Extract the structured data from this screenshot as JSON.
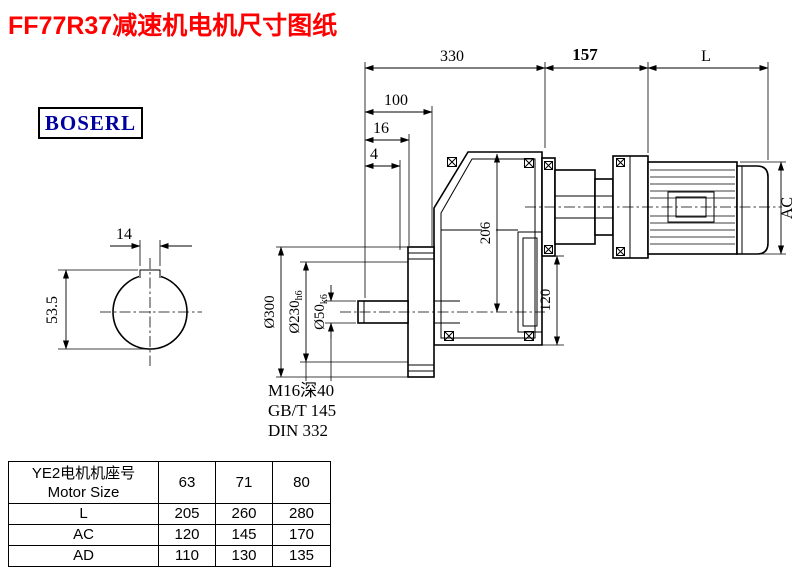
{
  "page": {
    "title": "FF77R37减速机电机尺寸图纸",
    "logo": "BOSERL"
  },
  "dims": {
    "d330": "330",
    "d157": "157",
    "dL": "L",
    "d100": "100",
    "d16": "16",
    "d4": "4",
    "dAC": "AC",
    "d206": "206",
    "d120": "120",
    "d300": "Ø300",
    "d230": {
      "main": "Ø230",
      "tol": "h6"
    },
    "d50": {
      "main": "Ø50",
      "tol": "k6"
    },
    "d14": "14",
    "d53_5": "53.5"
  },
  "notes": {
    "line1": "M16深40",
    "line2": "GB/T 145",
    "line3": "DIN 332"
  },
  "table": {
    "header": {
      "line1": "YE2电机机座号",
      "line2": "Motor Size",
      "cols": [
        "63",
        "71",
        "80"
      ]
    },
    "rows": [
      {
        "label": "L",
        "values": [
          "205",
          "260",
          "280"
        ]
      },
      {
        "label": "AC",
        "values": [
          "120",
          "145",
          "170"
        ]
      },
      {
        "label": "AD",
        "values": [
          "110",
          "130",
          "135"
        ]
      }
    ]
  }
}
